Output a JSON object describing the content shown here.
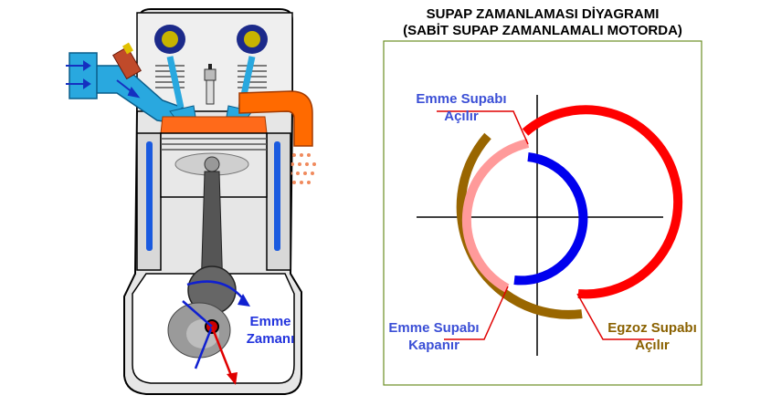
{
  "diagram": {
    "title_line1": "SUPAP ZAMANLAMASI DİYAGRAMI",
    "title_line2": "(SABİT SUPAP ZAMANLAMALI MOTORDA)"
  },
  "engine": {
    "stroke_label_line1": "Emme",
    "stroke_label_line2": "Zamanı"
  },
  "timing": {
    "intake_open_line1": "Emme Supabı",
    "intake_open_line2": "Açılır",
    "intake_close_line1": "Emme Supabı",
    "intake_close_line2": "Kapanır",
    "exhaust_open_line1": "Egzoz Supabı",
    "exhaust_open_line2": "Açılır"
  },
  "colors": {
    "intake_label": "#3b4fd6",
    "exhaust_label": "#8a6100",
    "intake_arc_light": "#ff9a9a",
    "exhaust_arc_red": "#ff0000",
    "overlap_arc_blue": "#0000ee",
    "outer_arc_brown": "#996600",
    "frame": "#6b8e23"
  }
}
